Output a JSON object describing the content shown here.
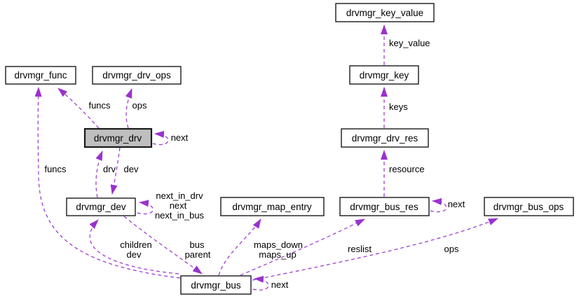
{
  "colors": {
    "edge": "#9a32cd",
    "node_border": "#1a1a1a",
    "node_fill": "#ffffff",
    "selected_fill": "#bfbfbf",
    "background": "#ffffff"
  },
  "nodes": {
    "func": {
      "label": "drvmgr_func"
    },
    "drv_ops": {
      "label": "drvmgr_drv_ops"
    },
    "key_value": {
      "label": "drvmgr_key_value"
    },
    "key": {
      "label": "drvmgr_key"
    },
    "drv": {
      "label": "drvmgr_drv"
    },
    "drv_res": {
      "label": "drvmgr_drv_res"
    },
    "dev": {
      "label": "drvmgr_dev"
    },
    "map_entry": {
      "label": "drvmgr_map_entry"
    },
    "bus_res": {
      "label": "drvmgr_bus_res"
    },
    "bus_ops": {
      "label": "drvmgr_bus_ops"
    },
    "bus": {
      "label": "drvmgr_bus"
    }
  },
  "edges": {
    "key_value": {
      "label": "key_value"
    },
    "keys": {
      "label": "keys"
    },
    "resource": {
      "label": "resource"
    },
    "drv_funcs": {
      "label": "funcs"
    },
    "drv_ops": {
      "label": "ops"
    },
    "drv_next": {
      "label": "next"
    },
    "dev_drv": {
      "label": "drv"
    },
    "drv_dev": {
      "label": "dev"
    },
    "dev_next": {
      "lines": [
        "next_in_drv",
        "next",
        "next_in_bus"
      ]
    },
    "bus_funcs": {
      "label": "funcs"
    },
    "bus_children": {
      "lines": [
        "children",
        "dev"
      ]
    },
    "dev_parent": {
      "lines": [
        "bus",
        "parent"
      ]
    },
    "bus_maps": {
      "lines": [
        "maps_down",
        "maps_up"
      ]
    },
    "bus_reslist": {
      "label": "reslist"
    },
    "bus_busops": {
      "label": "ops"
    },
    "bus_next": {
      "label": "next"
    },
    "busres_next": {
      "label": "next"
    }
  }
}
